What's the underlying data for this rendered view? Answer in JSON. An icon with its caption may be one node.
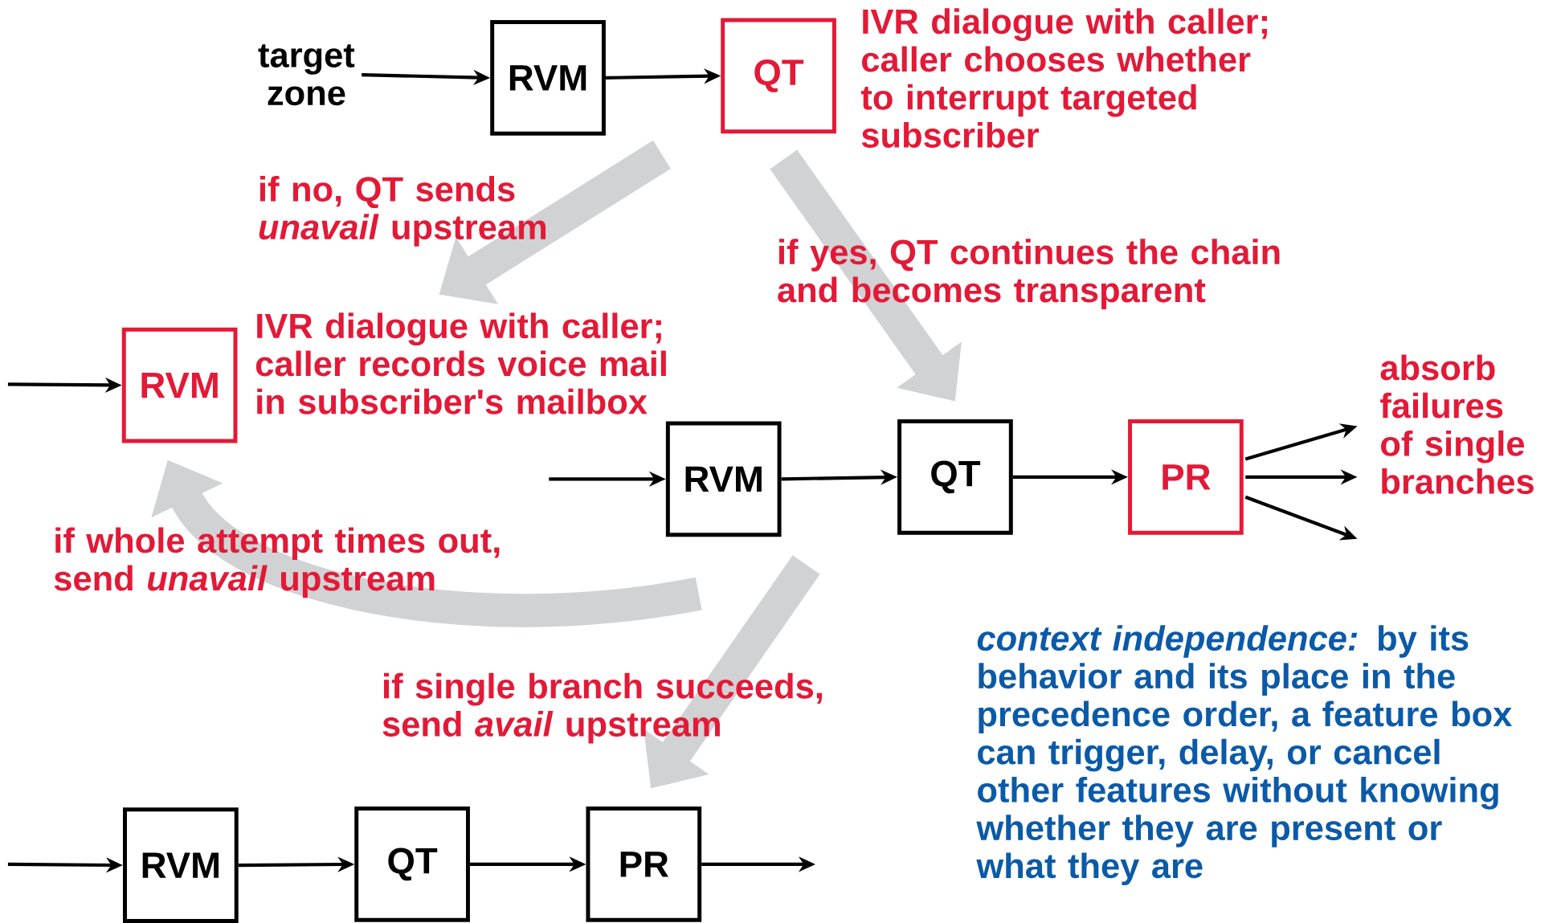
{
  "diagram": {
    "nodes": [
      {
        "text": [
          "target zone"
        ]
      },
      {
        "text": [
          "RVM"
        ]
      },
      {
        "text": [
          "QT"
        ],
        "beside": [
          "IVR dialogue with caller; caller chooses whether to interrupt targeted subscriber"
        ]
      },
      {
        "text": [
          "RVM"
        ],
        "beside": [
          "IVR dialogue with caller; caller records voice mail in subscriber's mailbox"
        ]
      },
      {
        "text": [
          "RVM"
        ]
      },
      {
        "text": [
          "QT"
        ]
      },
      {
        "text": [
          "PR"
        ]
      },
      {
        "text": [
          "RVM"
        ]
      },
      {
        "text": [
          "QT"
        ]
      },
      {
        "text": [
          "PR"
        ]
      }
    ],
    "edges": [
      {
        "from": 0,
        "to": 1,
        "arrow": "to"
      },
      {
        "from": 1,
        "to": 2,
        "arrow": "to"
      },
      {
        "from": null,
        "to": 3,
        "arrow": "to"
      },
      {
        "from": null,
        "to": 4,
        "arrow": "to"
      },
      {
        "from": 4,
        "to": 5,
        "arrow": "to"
      },
      {
        "from": 5,
        "to": 6,
        "arrow": "to"
      },
      {
        "from": 6,
        "to": null,
        "arrow": "to"
      },
      {
        "from": 6,
        "to": null,
        "arrow": "to"
      },
      {
        "from": 6,
        "to": null,
        "arrow": "to"
      },
      {
        "from": null,
        "to": 7,
        "arrow": "to"
      },
      {
        "from": 7,
        "to": 8,
        "arrow": "to"
      },
      {
        "from": 8,
        "to": 9,
        "arrow": "to"
      },
      {
        "from": 9,
        "to": null,
        "arrow": "to"
      },
      {
        "from": 2,
        "to": 3,
        "arrow": "to",
        "label": "if no, QT sends *unavail* upstream",
        "style": "thick",
        "color": "#d0d2d3"
      },
      {
        "from": 2,
        "to": 5,
        "arrow": "to",
        "label": "if yes, QT continues the chain and becomes transparent",
        "style": "thick",
        "color": "#d0d2d3"
      },
      {
        "from": 4,
        "to": 3,
        "arrow": "to",
        "label": "if whole attempt times out, send *unavail* upstream",
        "style": "thick",
        "color": "#d0d2d3"
      },
      {
        "from": 4,
        "to": 9,
        "arrow": "to",
        "label": "if single branch succeeds, send *avail* upstream",
        "style": "thick",
        "color": "#d0d2d3"
      }
    ],
    "labels": [
      "absorb failures of single branches",
      "*context independence:* by its behavior and its place in the precedence order, a feature box can trigger, delay, or cancel other features without knowing whether they are present or what they are"
    ]
  }
}
